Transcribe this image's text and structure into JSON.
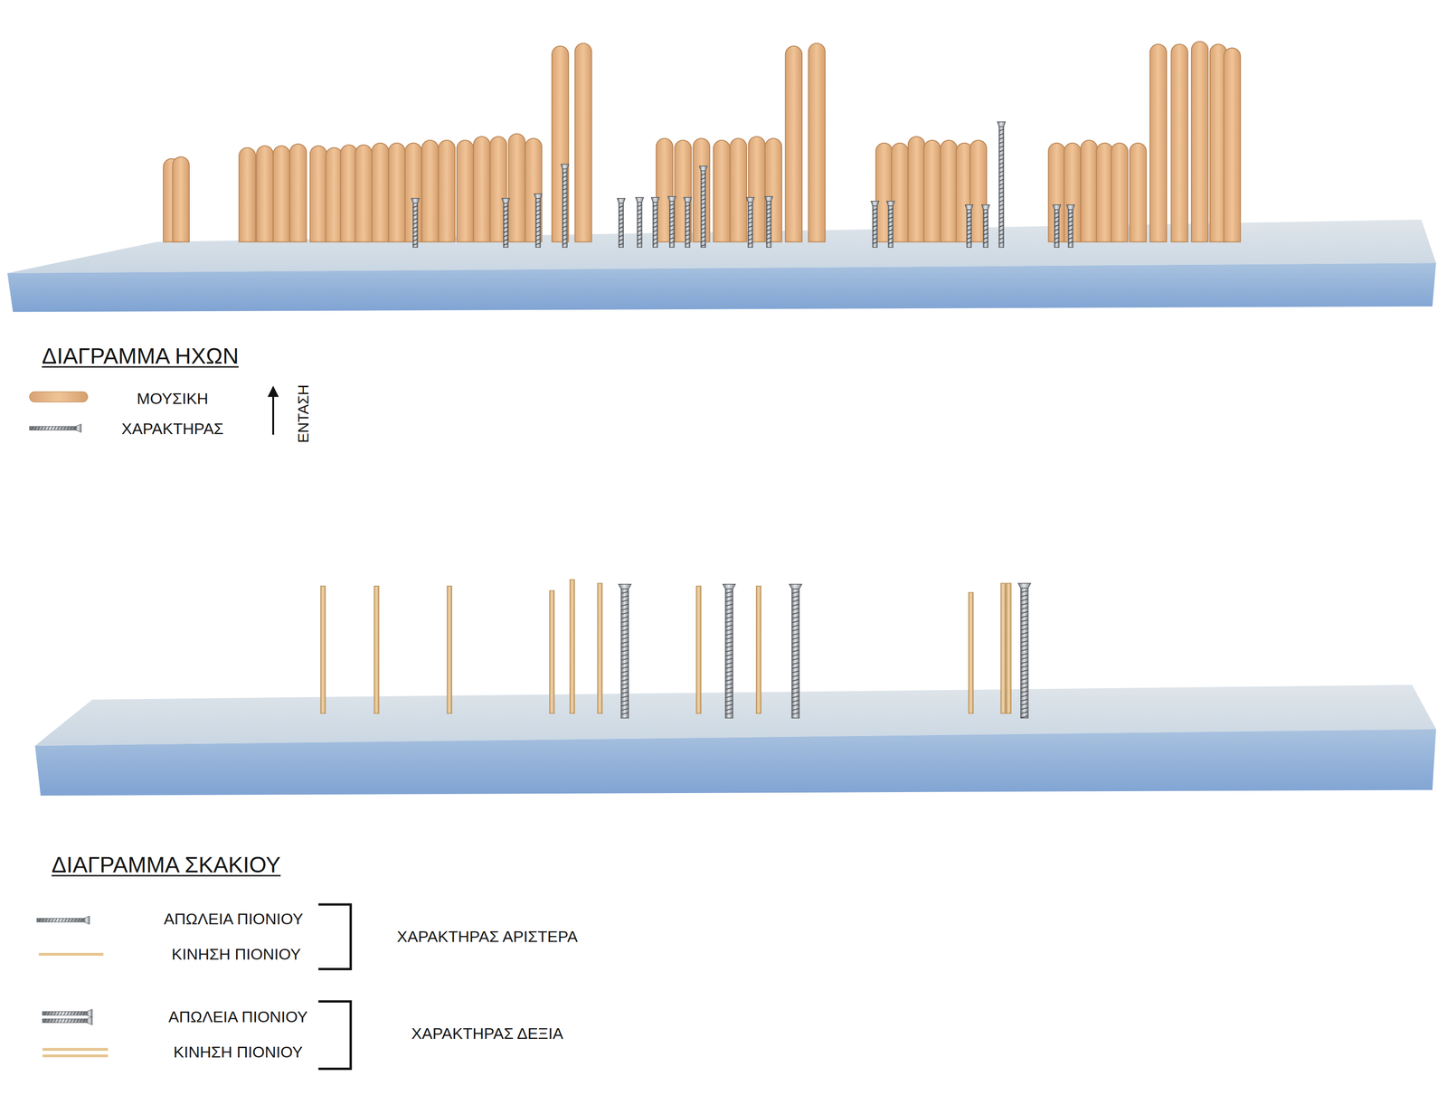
{
  "diagram": {
    "labels": [
      "ΔΙΑΓΡΑΜΜΑ ΗΧΩΝ",
      "ΕΝΤΑΣΗ",
      "ΔΙΑΓΡΑΜΜΑ ΣΚΑΚΙΟΥ",
      "ΧΑΡΑΚΤΗΡΑΣ ΑΡΙΣΤΕΡΑ",
      "ΧΑΡΑΚΤΗΡΑΣ ΔΕΞΙΑ"
    ],
    "legend": [
      {
        "text": "ΜΟΥΣΙΚΗ"
      },
      {
        "text": "ΧΑΡΑΚΤΗΡΑΣ"
      },
      {
        "text": "ΑΠΩΛΕΙΑ ΠΙΟΝΙΟΥ"
      },
      {
        "text": "ΚΙΝΗΣΗ ΠΙΟΝΙΟΥ"
      },
      {
        "text": "ΑΠΩΛΕΙΑ ΠΙΟΝΙΟΥ"
      },
      {
        "text": "ΚΙΝΗΣΗ ΠΙΟΝΙΟΥ"
      }
    ]
  }
}
